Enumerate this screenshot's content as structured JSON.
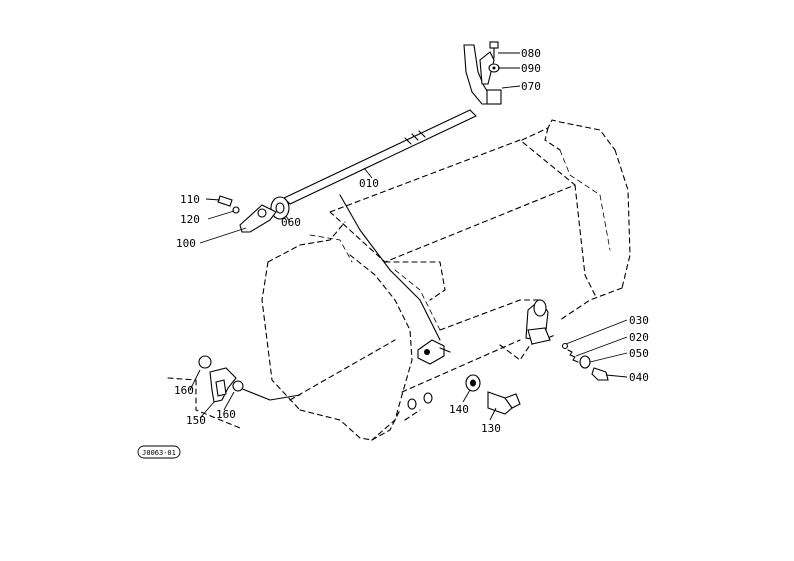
{
  "callouts": {
    "p010": "010",
    "p020": "020",
    "p030": "030",
    "p040": "040",
    "p050": "050",
    "p060": "060",
    "p070": "070",
    "p080": "080",
    "p090": "090",
    "p100": "100",
    "p110": "110",
    "p120": "120",
    "p130": "130",
    "p140": "140",
    "p150": "150",
    "p160a": "160",
    "p160b": "160"
  },
  "diagram_ref": "J0063-01"
}
